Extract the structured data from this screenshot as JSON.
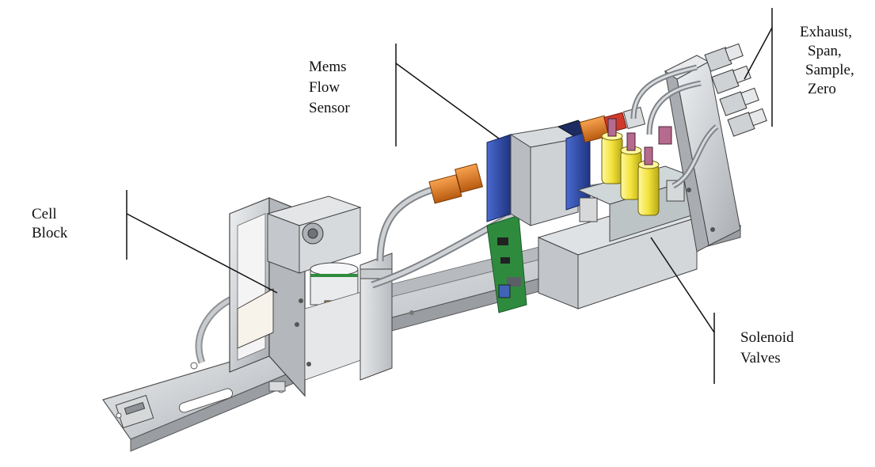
{
  "labels": {
    "exhaust": "Exhaust,",
    "span": "Span,",
    "sample": "Sample,",
    "zero": "Zero",
    "mems": "Mems",
    "flow": "Flow",
    "sensor": "Sensor",
    "cell": "Cell",
    "block": "Block",
    "solenoid": "Solenoid",
    "valves": "Valves"
  },
  "colors": {
    "metal": "#c9cccf",
    "metal_dark": "#8e9296",
    "orange_fitting": "#e07b22",
    "blue_sensor": "#2f4fb0",
    "yellow_valve": "#f2e23a",
    "circuit_green": "#2e8b3e",
    "leader_line": "#111111"
  }
}
